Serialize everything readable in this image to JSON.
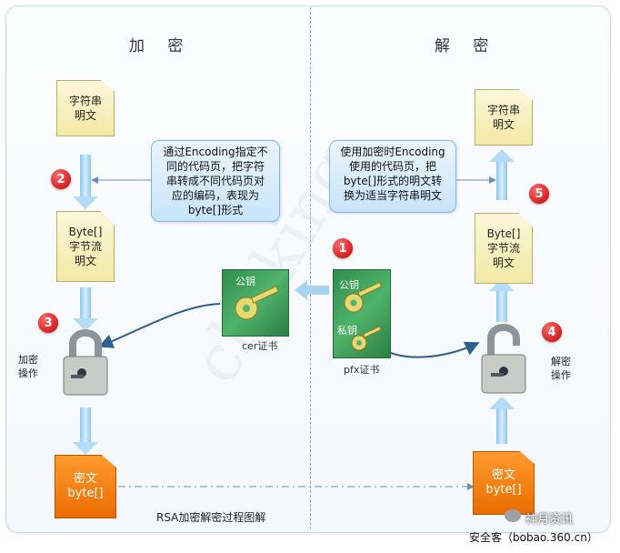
{
  "encrypt_section": {
    "title": "加 密"
  },
  "decrypt_section": {
    "title": "解 密"
  },
  "encrypt": {
    "plaintext_doc": "字符串\n明文",
    "bytes_doc": "Byte[]\n字节流\n明文",
    "cipher_doc": "密文\nbyte[]",
    "op_label": "加密\n操作",
    "note": "通过Encoding指定不\n同的代码页，把字符\n串转成不同代码页对\n应的编码，表现为\nbyte[]形式"
  },
  "decrypt": {
    "plaintext_doc": "字符串\n明文",
    "bytes_doc": "Byte[]\n字节流\n明文",
    "cipher_doc": "密文\nbyte[]",
    "op_label": "解密\n操作",
    "note": "使用加密时Encoding\n使用的代码页，把\nbyte[]形式的明文转\n换为适当字符串明文"
  },
  "certs": {
    "cer": {
      "public_key_label": "公钥",
      "caption": "cer证书"
    },
    "pfx": {
      "public_key_label": "公钥",
      "private_key_label": "私钥",
      "caption": "pfx证书"
    }
  },
  "steps": [
    "1",
    "2",
    "3",
    "4",
    "5"
  ],
  "caption": "RSA加密解密过程图解",
  "watermark": "chnking",
  "footer": {
    "brand": "神月资讯",
    "source": "安全客（bobao.360.cn）"
  },
  "colors": {
    "arrow_light": "#a9d3f2",
    "arrow_dark": "#2b5f8c",
    "badge": "#d40000",
    "cipher": "#f07f10",
    "doc": "#f6efbe"
  }
}
